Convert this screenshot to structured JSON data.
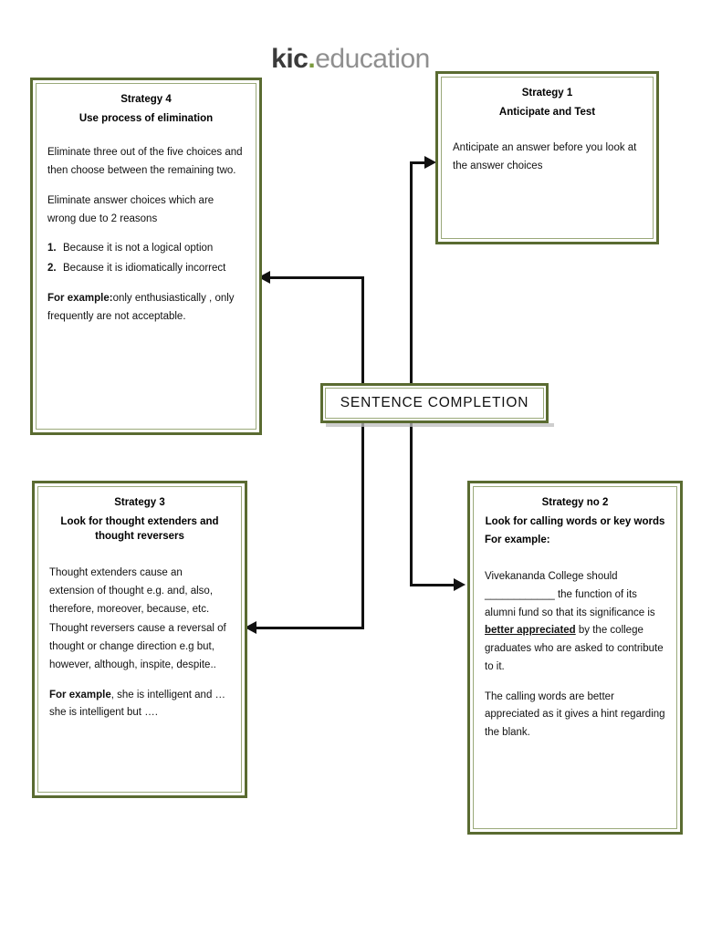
{
  "logo": {
    "part1": "kic",
    "dot": ".",
    "part2": "education",
    "colors": {
      "kic": "#3b3b3b",
      "dot": "#7b9a3f",
      "education": "#8f8f8f"
    }
  },
  "theme": {
    "box_border": "#5a6b31",
    "box_inner_border": "#9aa97a",
    "connector": "#111111",
    "background": "#ffffff"
  },
  "center": {
    "label": "SENTENCE COMPLETION"
  },
  "nodes": {
    "strategy4": {
      "title_line1": "Strategy 4",
      "title_line2": "Use process of elimination",
      "para1": "Eliminate three out of the five choices and then choose between the remaining two.",
      "para2": "Eliminate answer choices which are wrong due to 2 reasons",
      "list": [
        {
          "num": "1.",
          "text": "Because it is not a logical option"
        },
        {
          "num": "2.",
          "text": "Because it is idiomatically incorrect"
        }
      ],
      "example_label": "For example:",
      "example_text": "only enthusiastically , only frequently are not acceptable."
    },
    "strategy1": {
      "title_line1": "Strategy 1",
      "title_line2": "Anticipate and Test",
      "para1": "Anticipate an answer before you look at the answer choices"
    },
    "strategy3": {
      "title_line1": "Strategy 3",
      "title_line2": "Look for thought extenders and thought reversers",
      "para1": "Thought extenders cause an extension of thought e.g. and, also, therefore, moreover, because, etc.",
      "para2": "Thought reversers cause a reversal of thought or change direction e.g but, however, although, inspite, despite..",
      "example_label": "For example",
      "example_text": ", she is intelligent and … she is intelligent but …."
    },
    "strategy2": {
      "title_line1": "Strategy no 2",
      "title_line2": "Look for calling words or key words",
      "title_line3": "For example:",
      "sentence_part1": "Vivekananda College should ",
      "sentence_blank": "____________",
      "sentence_part2": " the function of its alumni fund so that its significance is ",
      "sentence_highlight": "better appreciated",
      "sentence_part3": " by the college graduates who are asked to contribute to it.",
      "para2": "The calling words are better appreciated as it gives a hint regarding the blank."
    }
  },
  "connectors": [
    {
      "name": "center-to-strategy1",
      "from": "center",
      "to": "strategy1"
    },
    {
      "name": "center-to-strategy4",
      "from": "center",
      "to": "strategy4"
    },
    {
      "name": "center-to-strategy2",
      "from": "center",
      "to": "strategy2"
    },
    {
      "name": "center-to-strategy3",
      "from": "center",
      "to": "strategy3"
    }
  ]
}
